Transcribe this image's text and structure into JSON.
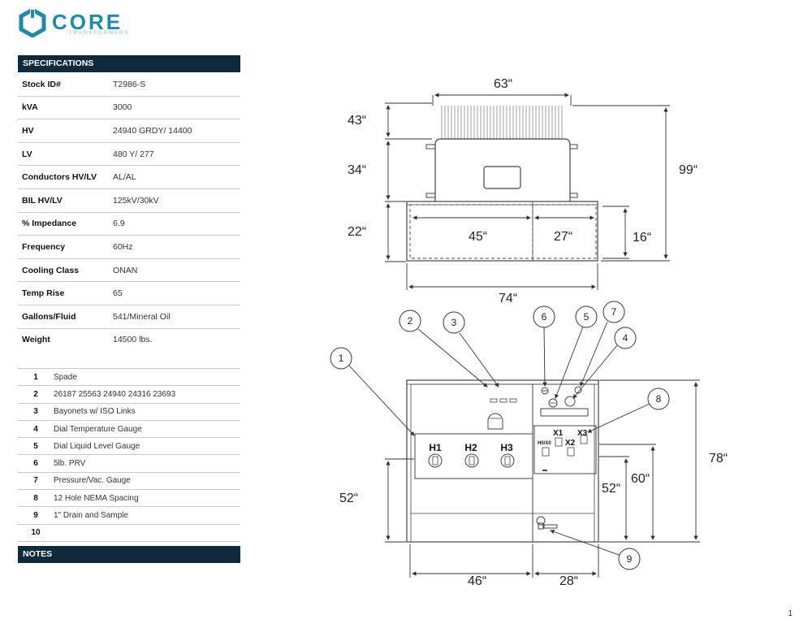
{
  "logo": {
    "word": "CORE",
    "sub": "TRANSFORMERS"
  },
  "specifications": {
    "title": "SPECIFICATIONS",
    "rows": [
      {
        "label": "Stock ID#",
        "value": "T2986-S"
      },
      {
        "label": "kVA",
        "value": "3000"
      },
      {
        "label": "HV",
        "value": "24940 GRDY/ 14400"
      },
      {
        "label": "LV",
        "value": "480 Y/ 277"
      },
      {
        "label": "Conductors HV/LV",
        "value": "AL/AL"
      },
      {
        "label": "BIL HV/LV",
        "value": "125kV/30kV"
      },
      {
        "label": "% Impedance",
        "value": "6.9"
      },
      {
        "label": "Frequency",
        "value": "60Hz"
      },
      {
        "label": "Cooling Class",
        "value": "ONAN"
      },
      {
        "label": "Temp Rise",
        "value": "65"
      },
      {
        "label": "Gallons/Fluid",
        "value": "541/Mineral Oil"
      },
      {
        "label": "Weight",
        "value": "14500 lbs."
      }
    ]
  },
  "legend": [
    {
      "num": "1",
      "text": "Spade"
    },
    {
      "num": "2",
      "text": "26187 25563 24940 24316 23693"
    },
    {
      "num": "3",
      "text": "Bayonets w/ ISO Links"
    },
    {
      "num": "4",
      "text": "Dial Temperature Gauge"
    },
    {
      "num": "5",
      "text": "Dial Liquid Level Gauge"
    },
    {
      "num": "6",
      "text": "5lb. PRV"
    },
    {
      "num": "7",
      "text": "Pressure/Vac. Gauge"
    },
    {
      "num": "8",
      "text": "12 Hole NEMA Spacing"
    },
    {
      "num": "9",
      "text": "1\" Drain and Sample"
    },
    {
      "num": "10",
      "text": ""
    }
  ],
  "notes": {
    "title": "NOTES"
  },
  "top_view": {
    "dim_width_top": "63“",
    "dim_fins": "43“",
    "dim_tank": "34“",
    "dim_base": "22“",
    "dim_hv": "45“",
    "dim_lv": "27“",
    "dim_16": "16“",
    "dim_overall_height": "99“",
    "dim_overall_width": "74“"
  },
  "front_view": {
    "callouts": [
      "1",
      "2",
      "3",
      "4",
      "5",
      "6",
      "7",
      "8",
      "9"
    ],
    "hv_labels": [
      "H1",
      "H2",
      "H3"
    ],
    "lv_labels": {
      "x1": "X1",
      "x3": "X3",
      "x2": "X2",
      "h0x0": "H0/X0"
    },
    "dim_52_left": "52“",
    "dim_52_right": "52“",
    "dim_60": "60“",
    "dim_78": "78“",
    "dim_46": "46“",
    "dim_28": "28“"
  },
  "page_number": "1"
}
